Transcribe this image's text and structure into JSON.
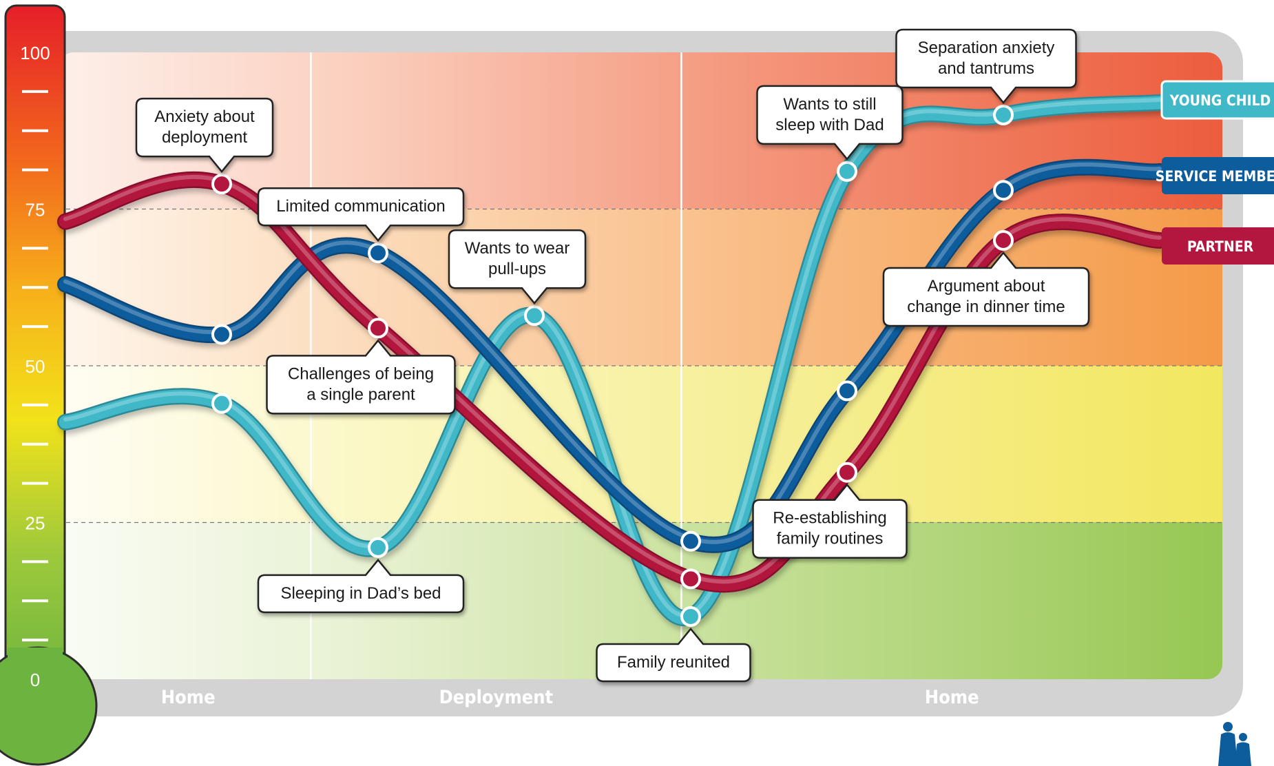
{
  "chart_data": {
    "type": "line",
    "y_scale": {
      "min": 0,
      "max": 100,
      "tick_labels": [
        "0",
        "25",
        "50",
        "75",
        "100"
      ],
      "minor_ticks_between_labels": 3
    },
    "gridlines_at": [
      25,
      50,
      75
    ],
    "phases": [
      {
        "label": "Home",
        "x_from": 0,
        "x_to": 1.57
      },
      {
        "label": "Deployment",
        "x_from": 1.57,
        "x_to": 3.94
      },
      {
        "label": "Home",
        "x_from": 3.94,
        "x_to": 7.5
      }
    ],
    "series": [
      {
        "name": "YOUNG CHILD",
        "color": "#3fb8c8",
        "points": [
          [
            0,
            41
          ],
          [
            1,
            44
          ],
          [
            2,
            21
          ],
          [
            3,
            58
          ],
          [
            4,
            10
          ],
          [
            5,
            81
          ],
          [
            6,
            90
          ],
          [
            7,
            92
          ]
        ]
      },
      {
        "name": "SERVICE MEMBER",
        "color": "#0d5c9c",
        "points": [
          [
            0,
            63
          ],
          [
            1,
            55
          ],
          [
            2,
            68
          ],
          [
            4,
            22
          ],
          [
            5,
            46
          ],
          [
            6,
            78
          ],
          [
            7,
            81
          ]
        ]
      },
      {
        "name": "PARTNER",
        "color": "#b3163e",
        "points": [
          [
            0,
            73
          ],
          [
            1,
            79
          ],
          [
            2,
            56
          ],
          [
            4,
            16
          ],
          [
            5,
            33
          ],
          [
            6,
            70
          ],
          [
            7,
            70
          ]
        ]
      }
    ],
    "annotations": [
      {
        "text": "Anxiety about\ndeployment",
        "series": "PARTNER",
        "x": 1,
        "y": 79
      },
      {
        "text": "Limited communication",
        "series": "SERVICE MEMBER",
        "x": 2,
        "y": 68
      },
      {
        "text": "Challenges of being\na single parent",
        "series": "PARTNER",
        "x": 2,
        "y": 56
      },
      {
        "text": "Sleeping in Dad’s bed",
        "series": "YOUNG CHILD",
        "x": 2,
        "y": 21
      },
      {
        "text": "Wants to wear\npull-ups",
        "series": "YOUNG CHILD",
        "x": 3,
        "y": 58
      },
      {
        "text": "Family reunited",
        "series": "YOUNG CHILD",
        "x": 4,
        "y": 10
      },
      {
        "text": "Wants to still\nsleep with Dad",
        "series": "YOUNG CHILD",
        "x": 5,
        "y": 81
      },
      {
        "text": "Re-establishing\nfamily routines",
        "series": "PARTNER",
        "x": 5,
        "y": 33
      },
      {
        "text": "Separation anxiety\nand tantrums",
        "series": "YOUNG CHILD",
        "x": 6,
        "y": 90
      },
      {
        "text": "Argument about\nchange in dinner time",
        "series": "PARTNER",
        "x": 6,
        "y": 70
      }
    ]
  }
}
